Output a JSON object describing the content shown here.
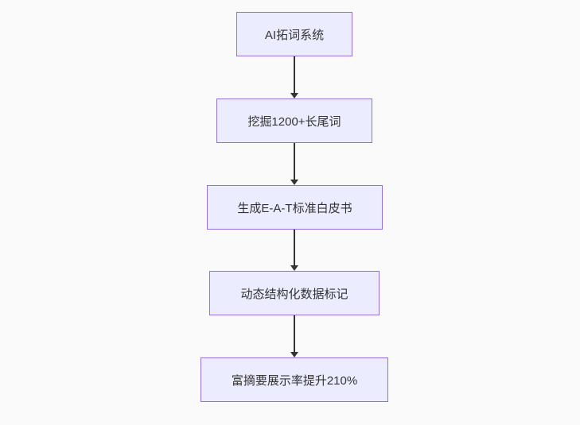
{
  "diagram": {
    "type": "flowchart",
    "direction": "top-down",
    "colors": {
      "canvas_background": "#fafafa",
      "node_fill": "#ececff",
      "node_border": "#9370db",
      "node_text": "#333333",
      "arrow": "#333333"
    },
    "nodes": [
      {
        "id": "n1",
        "label": "AI拓词系统"
      },
      {
        "id": "n2",
        "label": "挖掘1200+长尾词"
      },
      {
        "id": "n3",
        "label": "生成E-A-T标准白皮书"
      },
      {
        "id": "n4",
        "label": "动态结构化数据标记"
      },
      {
        "id": "n5",
        "label": "富摘要展示率提升210%"
      }
    ],
    "edges": [
      {
        "from": "n1",
        "to": "n2",
        "label": ""
      },
      {
        "from": "n2",
        "to": "n3",
        "label": ""
      },
      {
        "from": "n3",
        "to": "n4",
        "label": ""
      },
      {
        "from": "n4",
        "to": "n5",
        "label": ""
      }
    ]
  }
}
